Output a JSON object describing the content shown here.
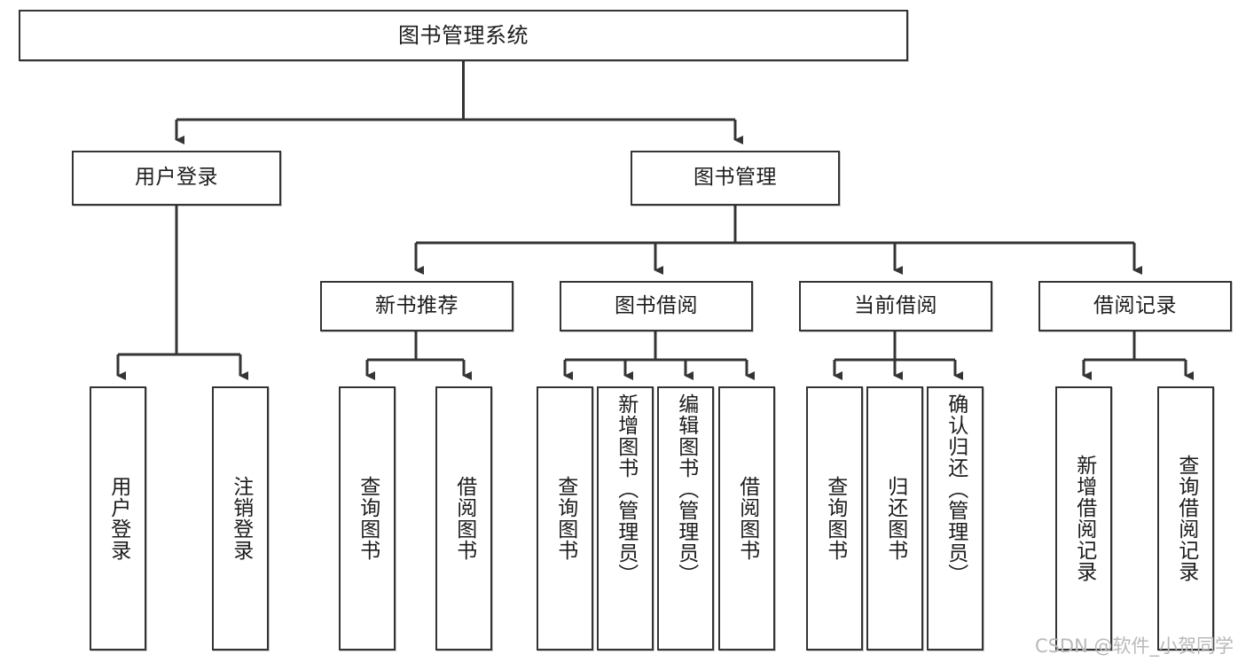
{
  "diagram": {
    "title": "图书管理系统",
    "type": "tree-hierarchy-chart",
    "watermark": "CSDN @软件_小贺同学",
    "colors": {
      "stroke": "#343434",
      "fill": "#ffffff",
      "text": "#1c1c1c",
      "watermark": "#b9b9b9"
    }
  },
  "nodes": {
    "root": {
      "label": "图书管理系统"
    },
    "level2": [
      {
        "id": "user-login",
        "label": "用户登录"
      },
      {
        "id": "book-manage",
        "label": "图书管理"
      }
    ],
    "level3": [
      {
        "id": "new-book-recommend",
        "label": "新书推荐"
      },
      {
        "id": "book-borrow",
        "label": "图书借阅"
      },
      {
        "id": "current-borrow",
        "label": "当前借阅"
      },
      {
        "id": "borrow-record",
        "label": "借阅记录"
      }
    ],
    "leaves": [
      {
        "id": "leaf-user-login",
        "label": "用户登录"
      },
      {
        "id": "leaf-logout-login",
        "label": "注销登录"
      },
      {
        "id": "leaf-query-book-1",
        "label": "查询图书"
      },
      {
        "id": "leaf-borrow-book-1",
        "label": "借阅图书"
      },
      {
        "id": "leaf-query-book-2",
        "label": "查询图书"
      },
      {
        "id": "leaf-add-book",
        "label": "新增图书（管理员）"
      },
      {
        "id": "leaf-edit-book",
        "label": "编辑图书（管理员）"
      },
      {
        "id": "leaf-borrow-book-2",
        "label": "借阅图书"
      },
      {
        "id": "leaf-query-book-3",
        "label": "查询图书"
      },
      {
        "id": "leaf-return-book",
        "label": "归还图书"
      },
      {
        "id": "leaf-confirm-return",
        "label": "确认归还（管理员）"
      },
      {
        "id": "leaf-add-borrow-record",
        "label": "新增借阅记录"
      },
      {
        "id": "leaf-query-borrow-record",
        "label": "查询借阅记录"
      }
    ]
  }
}
